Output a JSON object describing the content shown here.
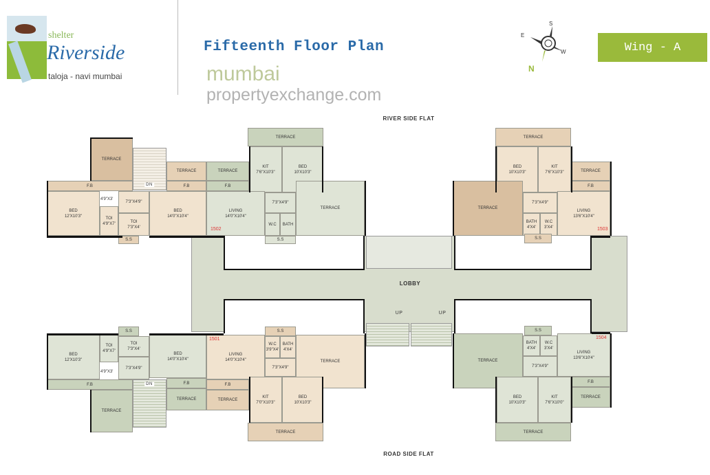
{
  "header": {
    "brand_small": "shelter",
    "brand_main": "Riverside",
    "location": "taloja - navi mumbai",
    "title": "Fifteenth Floor Plan",
    "wing": "Wing - A",
    "compass": {
      "n": "N",
      "s": "S",
      "e": "E",
      "w": "W"
    }
  },
  "colors": {
    "title": "#2a6aa8",
    "wing_badge": "#9aba3b",
    "terrace_tan": "#d9bfa0",
    "room_green": "#dfe4d6",
    "unit_number": "#d33333"
  },
  "plan": {
    "top_caption": "RIVER SIDE FLAT",
    "bottom_caption": "ROAD SIDE FLAT",
    "lobby": "LOBBY",
    "stair_dn": "DN",
    "stair_up": "UP",
    "units": [
      "1502",
      "1503",
      "1501",
      "1504"
    ],
    "note_4_9x3": "4'9\"X3'",
    "rooms": [
      {
        "label": "TERRACE",
        "dims": ""
      },
      {
        "label": "TERRACE",
        "dims": ""
      },
      {
        "label": "F.B",
        "dims": ""
      },
      {
        "label": "F.B",
        "dims": ""
      },
      {
        "label": "BED",
        "dims": "12'X10'3\""
      },
      {
        "label": "TOI",
        "dims": "4'9\"X7'"
      },
      {
        "label": "",
        "dims": "7'3\"X4'9\""
      },
      {
        "label": "TOI",
        "dims": "7'3\"X4'"
      },
      {
        "label": "BED",
        "dims": "14'0\"X10'4\""
      },
      {
        "label": "S.S",
        "dims": ""
      },
      {
        "label": "TERRACE",
        "dims": ""
      },
      {
        "label": "F.B",
        "dims": ""
      },
      {
        "label": "TERRACE",
        "dims": ""
      },
      {
        "label": "KIT",
        "dims": "7'6\"X10'3\""
      },
      {
        "label": "BED",
        "dims": "10'X10'3\""
      },
      {
        "label": "LIVING",
        "dims": "14'0\"X10'4\""
      },
      {
        "label": "",
        "dims": "7'3\"X4'9\""
      },
      {
        "label": "W.C",
        "dims": ""
      },
      {
        "label": "BATH",
        "dims": ""
      },
      {
        "label": "S.S",
        "dims": ""
      },
      {
        "label": "TERRACE",
        "dims": ""
      },
      {
        "label": "TERRACE",
        "dims": ""
      },
      {
        "label": "BED",
        "dims": "10'X10'3\""
      },
      {
        "label": "KIT",
        "dims": "7'6\"X10'3\""
      },
      {
        "label": "TERRACE",
        "dims": ""
      },
      {
        "label": "F.B",
        "dims": ""
      },
      {
        "label": "TERRACE",
        "dims": ""
      },
      {
        "label": "",
        "dims": "7'3\"X4'9\""
      },
      {
        "label": "BATH",
        "dims": "4'X4'"
      },
      {
        "label": "W.C",
        "dims": "3'X4'"
      },
      {
        "label": "LIVING",
        "dims": "13'6\"X10'4\""
      },
      {
        "label": "S.S",
        "dims": ""
      },
      {
        "label": "S.S",
        "dims": ""
      },
      {
        "label": "BED",
        "dims": "12'X10'3\""
      },
      {
        "label": "TOI",
        "dims": "4'9\"X7'"
      },
      {
        "label": "TOI",
        "dims": "7'3\"X4'"
      },
      {
        "label": "",
        "dims": "7'3\"X4'9\""
      },
      {
        "label": "BED",
        "dims": "14'0\"X10'4\""
      },
      {
        "label": "F.B",
        "dims": ""
      },
      {
        "label": "TERRACE",
        "dims": ""
      },
      {
        "label": "F.B",
        "dims": ""
      },
      {
        "label": "TERRACE",
        "dims": ""
      },
      {
        "label": "LIVING",
        "dims": "14'0\"X10'4\""
      },
      {
        "label": "F.B",
        "dims": ""
      },
      {
        "label": "TERRACE",
        "dims": ""
      },
      {
        "label": "S.S",
        "dims": ""
      },
      {
        "label": "W.C",
        "dims": "3'9\"X4'"
      },
      {
        "label": "BATH",
        "dims": "4'X4'"
      },
      {
        "label": "",
        "dims": "7'3\"X4'9\""
      },
      {
        "label": "TERRACE",
        "dims": ""
      },
      {
        "label": "KIT",
        "dims": "7'0\"X10'3\""
      },
      {
        "label": "BED",
        "dims": "10'X10'3\""
      },
      {
        "label": "TERRACE",
        "dims": ""
      },
      {
        "label": "TERRACE",
        "dims": ""
      },
      {
        "label": "S.S",
        "dims": ""
      },
      {
        "label": "BATH",
        "dims": "4'X4'"
      },
      {
        "label": "W.C",
        "dims": "3'X4'"
      },
      {
        "label": "",
        "dims": "7'3\"X4'9\""
      },
      {
        "label": "LIVING",
        "dims": "13'6\"X10'4\""
      },
      {
        "label": "BED",
        "dims": "10'X10'3\""
      },
      {
        "label": "KIT",
        "dims": "7'6\"X10'0\""
      },
      {
        "label": "F.B",
        "dims": ""
      },
      {
        "label": "TERRACE",
        "dims": ""
      },
      {
        "label": "TERRACE",
        "dims": ""
      }
    ]
  },
  "watermark": {
    "line1": "mumbai",
    "line2": "propertyexchange.com"
  }
}
